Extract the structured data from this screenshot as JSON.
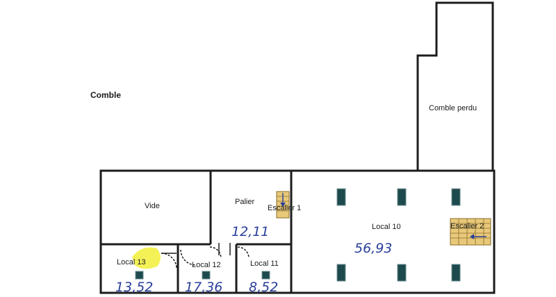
{
  "labels": {
    "comble": "Comble",
    "comble_perdu": "Comble perdu",
    "vide": "Vide",
    "palier": "Palier",
    "escalier_1": "Escalier 1",
    "local_10": "Local 10",
    "escalier_2": "Escalier 2",
    "local_13": "Local 13",
    "local_12": "Local 12",
    "local_11": "Local 11"
  },
  "areas": {
    "palier": "12,11",
    "local_10": "56,93",
    "local_13": "13,52",
    "local_12": "17,36",
    "local_11": "8,52"
  },
  "colors": {
    "wall": "#1c1c1c",
    "handwriting": "#2a3f9a",
    "highlight": "#f2ee3a",
    "stair": "#e8c97a",
    "window": "#1d4a4d"
  }
}
